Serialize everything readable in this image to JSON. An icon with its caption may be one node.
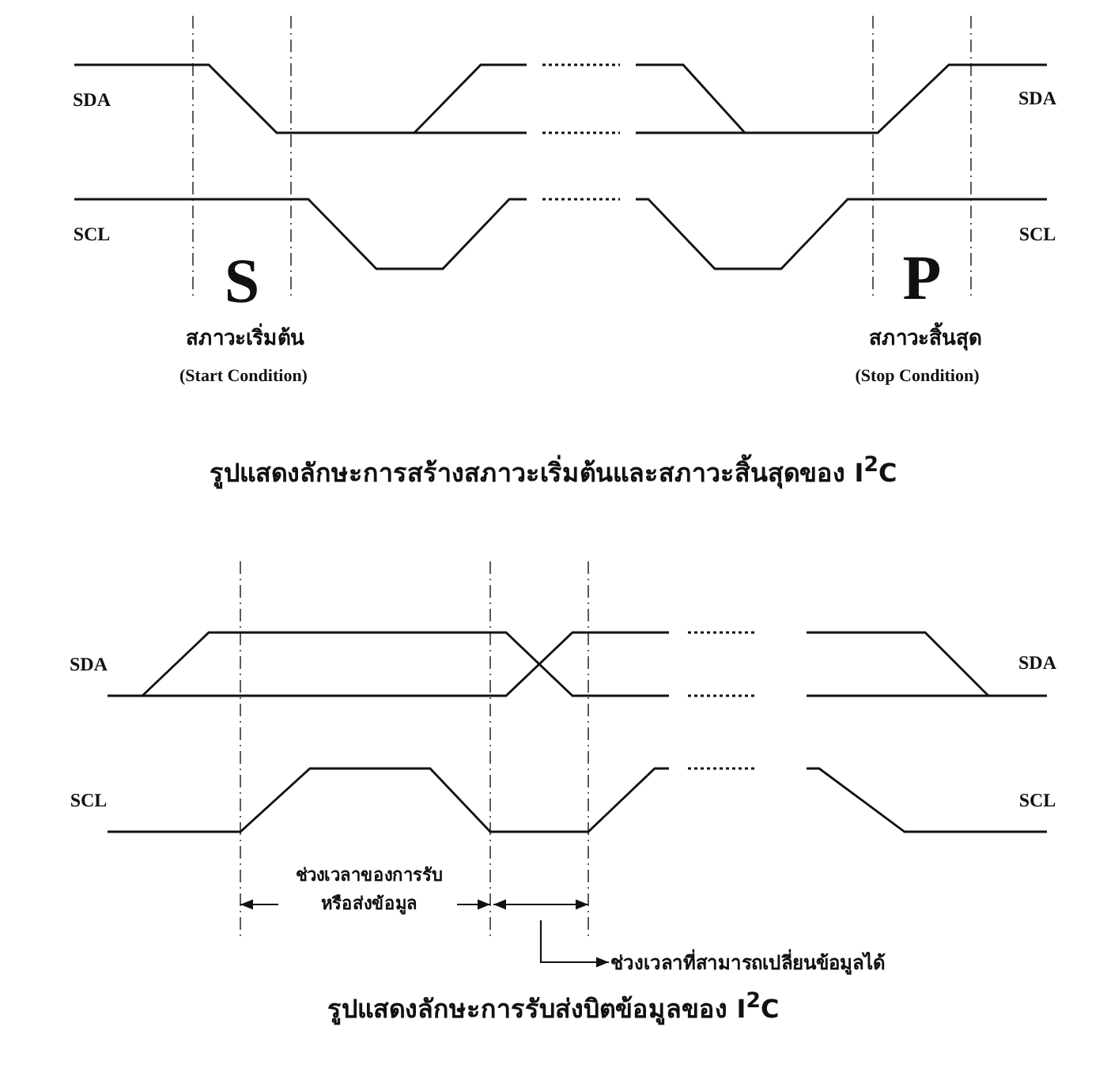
{
  "diagram": {
    "nodes": [
      {
        "text": [],
        "shape": "bar"
      },
      {
        "text": [
          "ช่วงเวลาที่สามารถเปลี่ยนข้อมูลได้"
        ]
      }
    ],
    "edges": [
      {
        "from": 0,
        "to": 1,
        "arrow": "to"
      }
    ],
    "labels": [
      "SDA",
      "SDA",
      "SCL",
      "SCL",
      "S",
      "P",
      "สภาวะเริ่มต้น",
      "สภาวะสิ้นสุด",
      "(Start Condition)",
      "(Stop Condition)",
      "รูปแสดงลักษะการสร้างสภาวะเริ่มต้นและสภาวะสิ้นสุดของ I$^{2}$C",
      "SDA",
      "SDA",
      "SCL",
      "SCL",
      "ช่วงเวลาของการรับหรือส่งข้อมูล",
      "รูปแสดงลักษะการรับส่งบิตข้อมูลของ I$^{2}$C"
    ]
  }
}
